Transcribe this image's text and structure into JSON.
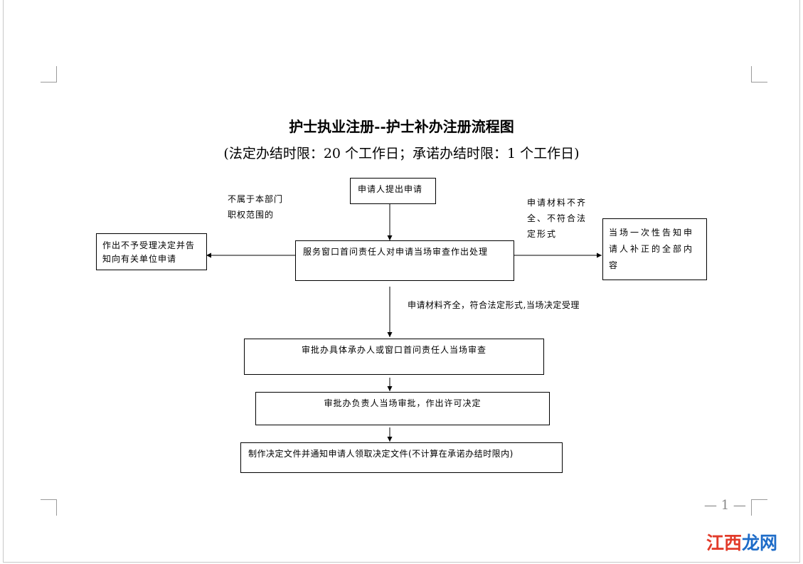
{
  "title": "护士执业注册--护士补办注册流程图",
  "subtitle": "(法定办结时限：20 个工作日；承诺办结时限：1 个工作日)",
  "nodes": {
    "apply": "申请人提出申请",
    "process": "服务窗口首问责任人对申请当场审查作出处理",
    "reject": "作出不予受理决定并告知向有关单位申请",
    "notify": "当场一次性告知申请人补正的全部内容",
    "review": "审批办具体承办人或窗口首问责任人当场审查",
    "approve": "审批办负责人当场审批，作出许可决定",
    "issue": "制作决定文件并通知申请人领取决定文件(不计算在承诺办结时限内)"
  },
  "edge_labels": {
    "not_scope": "不属于本部门职权范围的",
    "incomplete": "申请材料不齐全、不符合法定形式",
    "accepted": "申请材料齐全，符合法定形式,当场决定受理"
  },
  "page_number": "— 1 —",
  "watermark": {
    "part1": "江西",
    "part2": "龙网"
  }
}
